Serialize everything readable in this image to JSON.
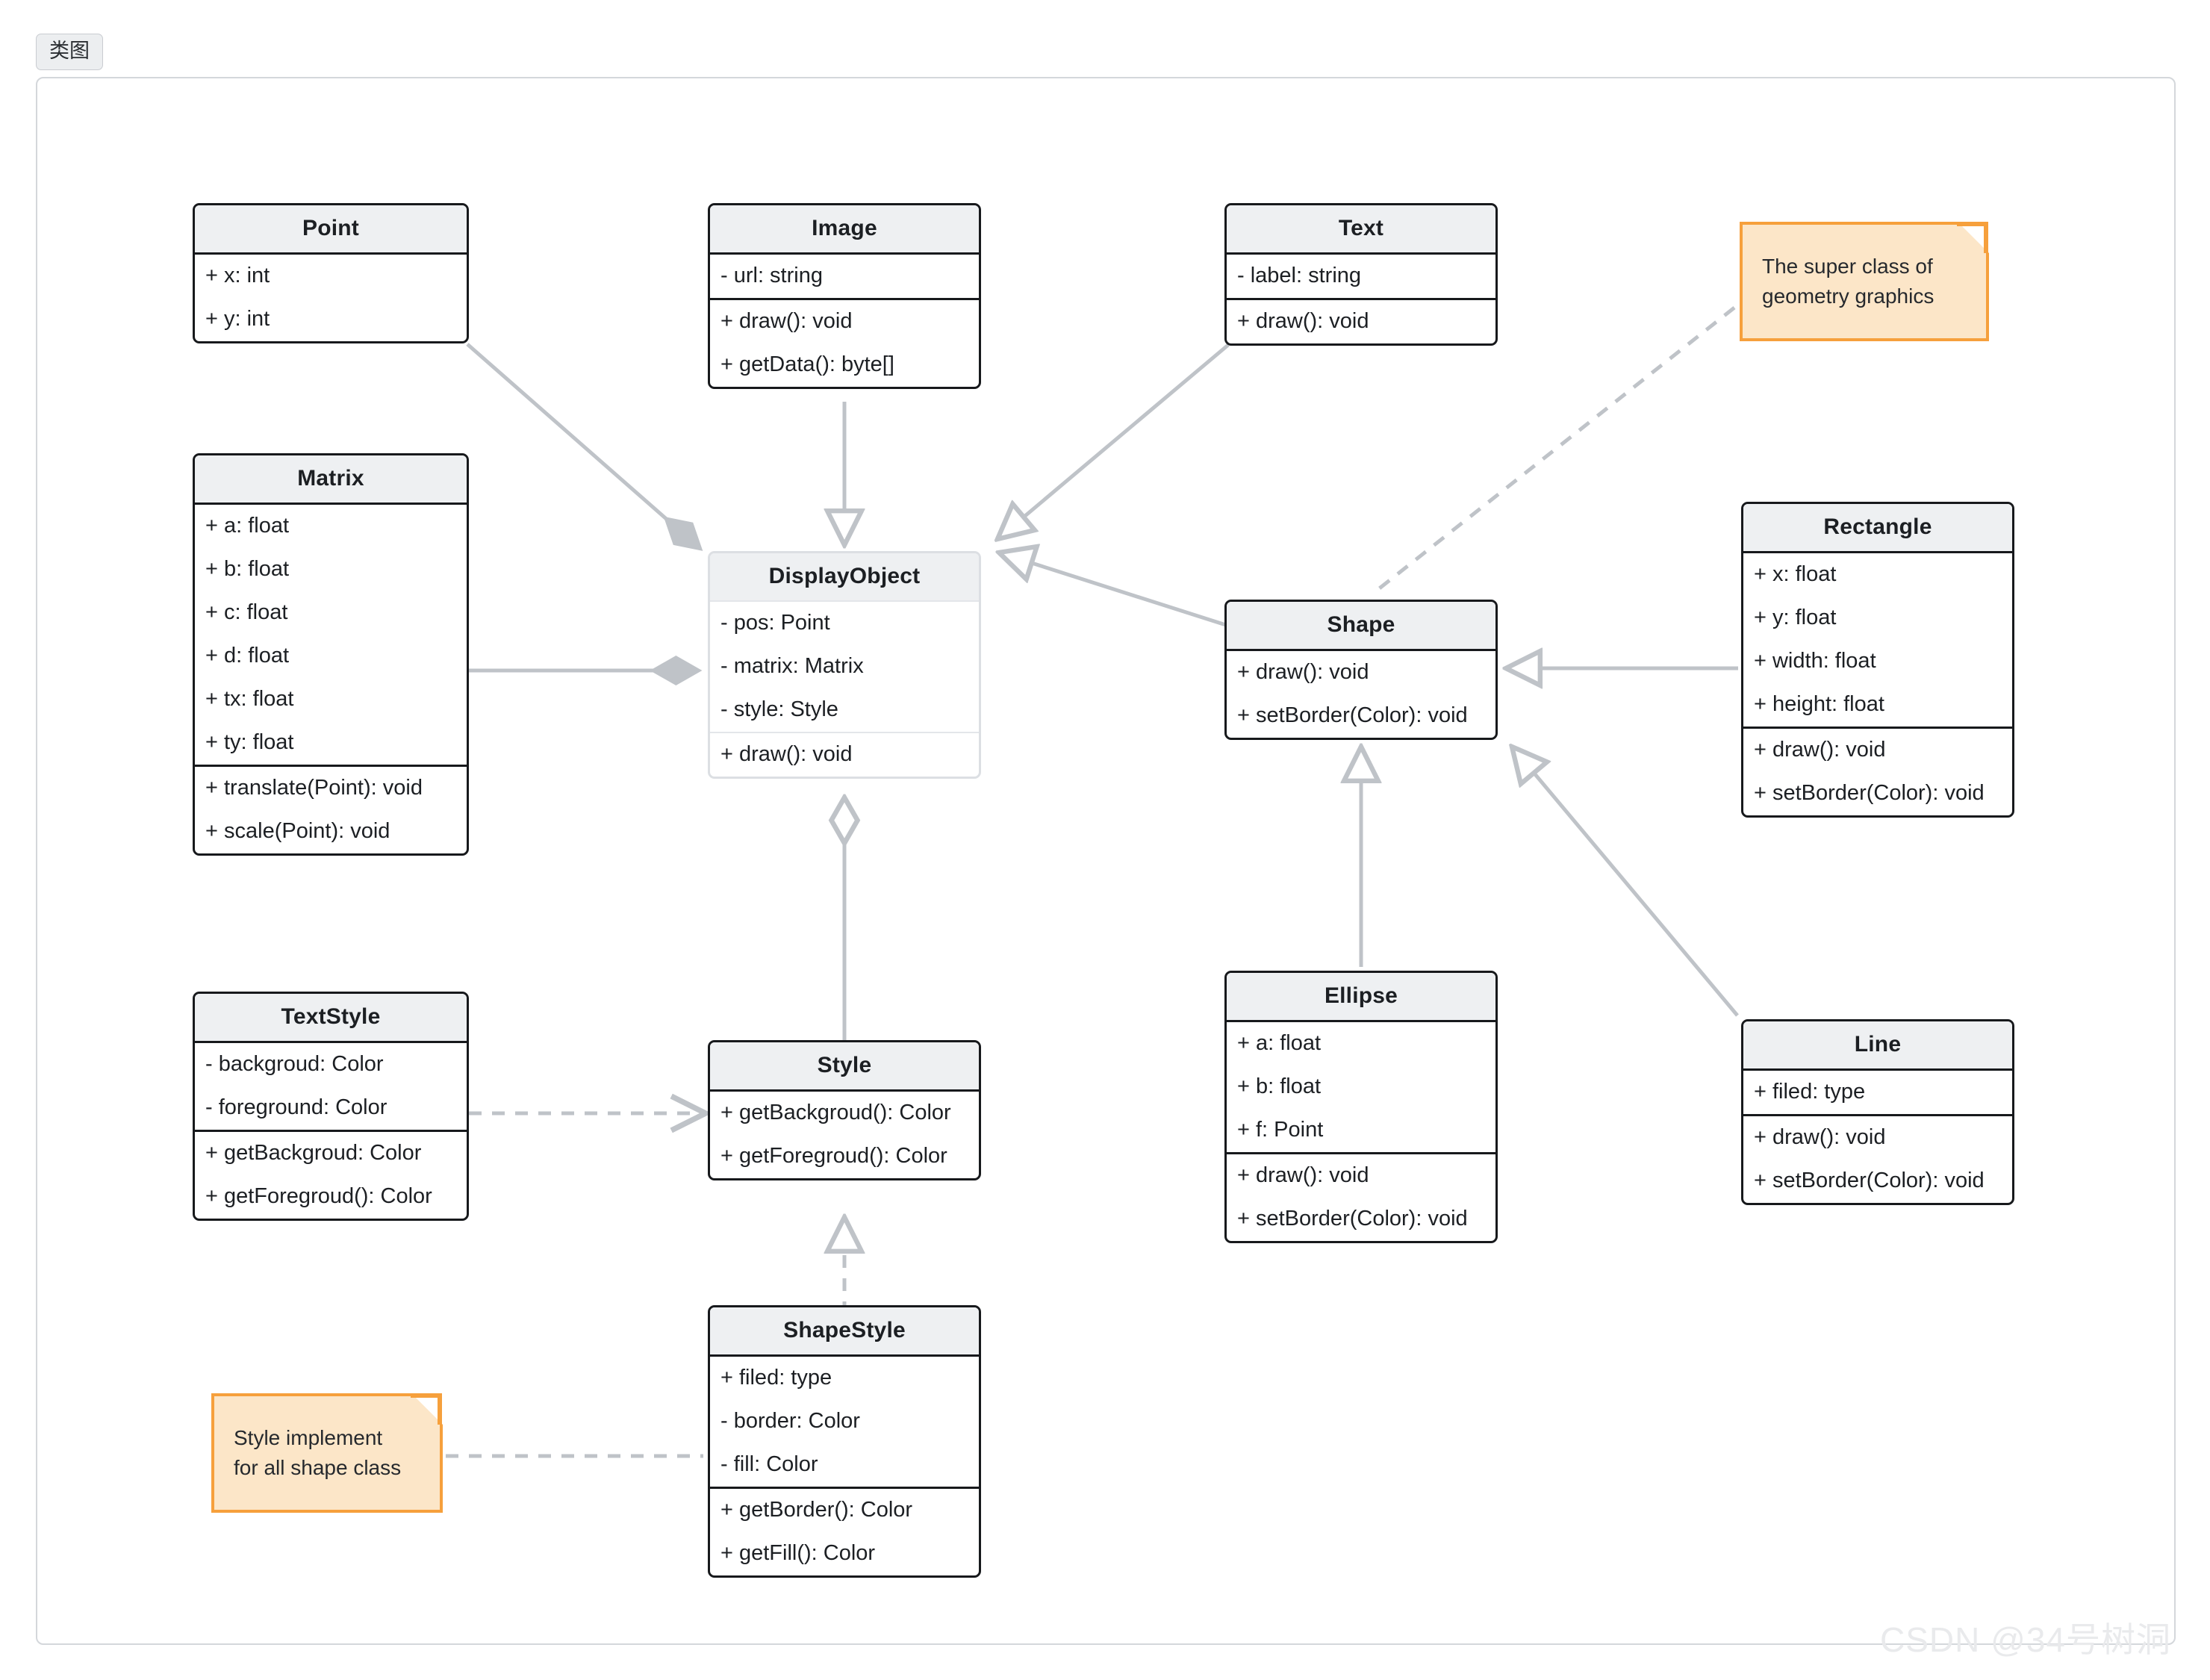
{
  "tab": {
    "label": "类图"
  },
  "watermark": {
    "text": "CSDN @34号树洞"
  },
  "classes": {
    "point": {
      "title": "Point",
      "attributes": [
        "+ x: int",
        "+ y: int"
      ],
      "methods": []
    },
    "matrix": {
      "title": "Matrix",
      "attributes": [
        "+ a: float",
        "+ b: float",
        "+ c: float",
        "+ d: float",
        "+ tx: float",
        "+ ty: float"
      ],
      "methods": [
        "+ translate(Point): void",
        "+ scale(Point): void"
      ]
    },
    "image": {
      "title": "Image",
      "attributes": [
        "- url: string"
      ],
      "methods": [
        "+ draw(): void",
        "+ getData(): byte[]"
      ]
    },
    "text": {
      "title": "Text",
      "attributes": [
        "- label: string"
      ],
      "methods": [
        "+ draw(): void"
      ]
    },
    "displayobject": {
      "title": "DisplayObject",
      "attributes": [
        "- pos: Point",
        "- matrix: Matrix",
        "- style: Style"
      ],
      "methods": [
        "+ draw(): void"
      ]
    },
    "shape": {
      "title": "Shape",
      "attributes": [],
      "methods": [
        "+ draw(): void",
        "+ setBorder(Color): void"
      ]
    },
    "rectangle": {
      "title": "Rectangle",
      "attributes": [
        "+ x: float",
        "+ y: float",
        "+ width: float",
        "+ height: float"
      ],
      "methods": [
        "+ draw(): void",
        "+ setBorder(Color): void"
      ]
    },
    "ellipse": {
      "title": "Ellipse",
      "attributes": [
        "+ a: float",
        "+ b: float",
        "+ f: Point"
      ],
      "methods": [
        "+ draw(): void",
        "+ setBorder(Color): void"
      ]
    },
    "line": {
      "title": "Line",
      "attributes": [
        "+ filed: type"
      ],
      "methods": [
        "+ draw(): void",
        "+ setBorder(Color): void"
      ]
    },
    "textstyle": {
      "title": "TextStyle",
      "attributes": [
        "- backgroud: Color",
        "- foreground: Color"
      ],
      "methods": [
        "+ getBackgroud: Color",
        "+ getForegroud(): Color"
      ]
    },
    "style": {
      "title": "Style",
      "attributes": [],
      "methods": [
        "+ getBackgroud(): Color",
        "+ getForegroud(): Color"
      ]
    },
    "shapestyle": {
      "title": "ShapeStyle",
      "attributes": [
        "+ filed: type",
        "- border: Color",
        "- fill: Color"
      ],
      "methods": [
        "+ getBorder(): Color",
        "+ getFill(): Color"
      ]
    }
  },
  "notes": {
    "shape_note": {
      "line1": "The super class of",
      "line2": "geometry graphics"
    },
    "style_note": {
      "line1": "Style  implement",
      "line2": "for all shape class"
    }
  },
  "colors": {
    "note_fill": "#fce6c8",
    "note_border": "#f6a03c",
    "class_header": "#eef0f2",
    "class_border": "#17191c",
    "link": "#bfc3c8"
  },
  "relations": [
    {
      "from": "Point",
      "to": "DisplayObject",
      "type": "composition"
    },
    {
      "from": "Matrix",
      "to": "DisplayObject",
      "type": "composition"
    },
    {
      "from": "Image",
      "to": "DisplayObject",
      "type": "inheritance"
    },
    {
      "from": "Text",
      "to": "DisplayObject",
      "type": "inheritance"
    },
    {
      "from": "Shape",
      "to": "DisplayObject",
      "type": "inheritance"
    },
    {
      "from": "DisplayObject",
      "to": "Style",
      "type": "aggregation"
    },
    {
      "from": "Rectangle",
      "to": "Shape",
      "type": "inheritance"
    },
    {
      "from": "Ellipse",
      "to": "Shape",
      "type": "inheritance"
    },
    {
      "from": "Line",
      "to": "Shape",
      "type": "inheritance"
    },
    {
      "from": "TextStyle",
      "to": "Style",
      "type": "realization"
    },
    {
      "from": "ShapeStyle",
      "to": "Style",
      "type": "realization"
    },
    {
      "from": "shape_note",
      "to": "Shape",
      "type": "anchor"
    },
    {
      "from": "style_note",
      "to": "ShapeStyle",
      "type": "anchor"
    }
  ]
}
